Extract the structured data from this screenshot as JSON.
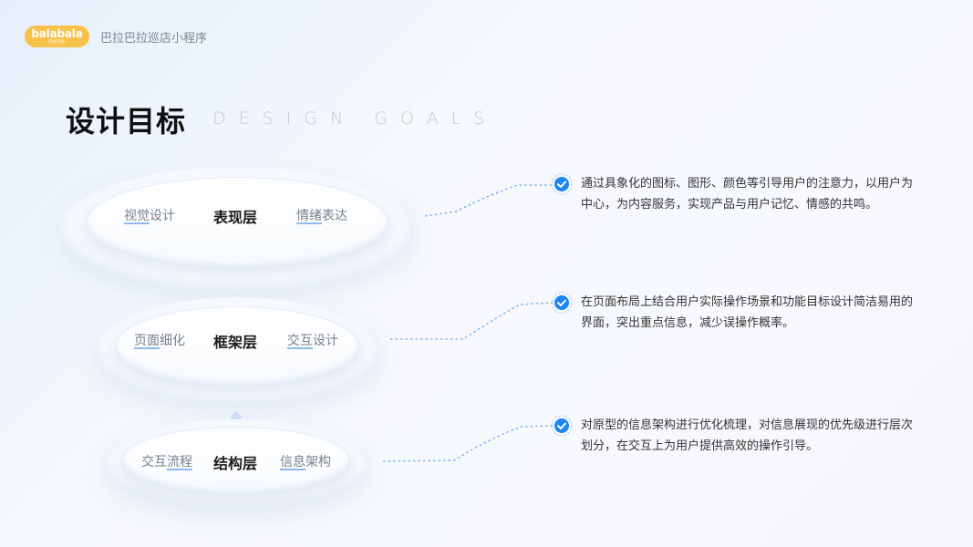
{
  "header": {
    "logo_text": "balabala",
    "logo_sub": "巴拉巴拉",
    "app_title": "巴拉巴拉巡店小程序"
  },
  "page": {
    "title": "设计目标",
    "title_en": "DESIGN GOALS"
  },
  "layers": [
    {
      "name": "表现层",
      "left_label_u": "视觉",
      "left_label_rest": "设计",
      "right_label_u": "情绪",
      "right_label_rest": "表达",
      "description": "通过具象化的图标、图形、颜色等引导用户的注意力，以用户为中心，为内容服务，实现产品与用户记忆、情感的共鸣。"
    },
    {
      "name": "框架层",
      "left_label_u": "页面",
      "left_label_rest": "细化",
      "right_label_u": "交互",
      "right_label_rest": "设计",
      "description": "在页面布局上结合用户实际操作场景和功能目标设计简洁易用的界面，突出重点信息，减少误操作概率。"
    },
    {
      "name": "结构层",
      "left_label_pre": "交互",
      "left_label_u": "流程",
      "right_label_u": "信息",
      "right_label_rest": "架构",
      "description": "对原型的信息架构进行优化梳理，对信息展现的优先级进行层次划分，在交互上为用户提供高效的操作引导。"
    }
  ],
  "colors": {
    "accent": "#1e86f0",
    "logo": "#f8c14a",
    "underline": "#8fb9ee"
  },
  "icons": [
    "check-circle-icon",
    "up-arrow-icon"
  ]
}
